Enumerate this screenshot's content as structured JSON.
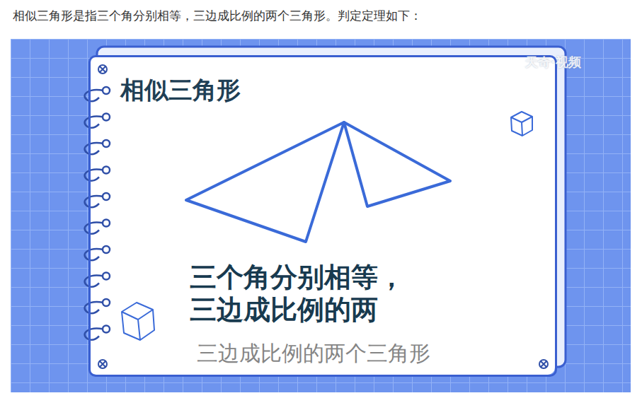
{
  "diagram": {
    "title": "相似三角形是指三个角分别相等，三边成比例的两个三角形。判定定理如下：",
    "nodes": [
      {
        "text": [
          "相似三角形",
          "三个角分别相等， 三边成比例的两"
        ]
      }
    ],
    "labels": [
      "三边成比例的两个三角形",
      "天奇·视频"
    ]
  }
}
